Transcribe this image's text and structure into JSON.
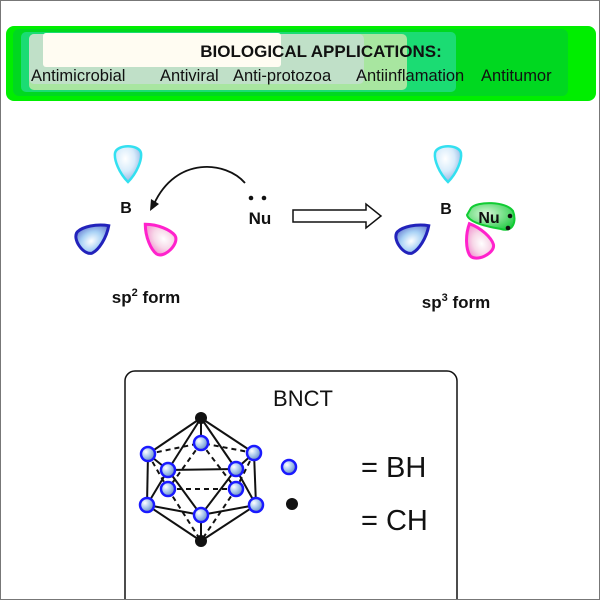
{
  "banner": {
    "title": "BIOLOGICAL APPLICATIONS:",
    "items": [
      "Antimicrobial",
      "Antiviral",
      "Anti-protozoa",
      "Antiinflamation",
      "Antitumor"
    ]
  },
  "reaction": {
    "boron": "B",
    "nucleophile": "Nu",
    "sp2_label": "sp",
    "sp2_sup": "2",
    "sp3_label": "sp",
    "sp3_sup": "3",
    "form_word": " form"
  },
  "bnct": {
    "title": "BNCT",
    "legend_bh": "= BH",
    "legend_ch": "= CH"
  },
  "colors": {
    "banner_green": "#00ee00",
    "top_orbital": "#33e0f0",
    "left_orbital": "#2222bb",
    "right_orbital": "#ff22cc",
    "nu_orbital": "#11cc33",
    "atom_blue": "#1a1aff"
  }
}
